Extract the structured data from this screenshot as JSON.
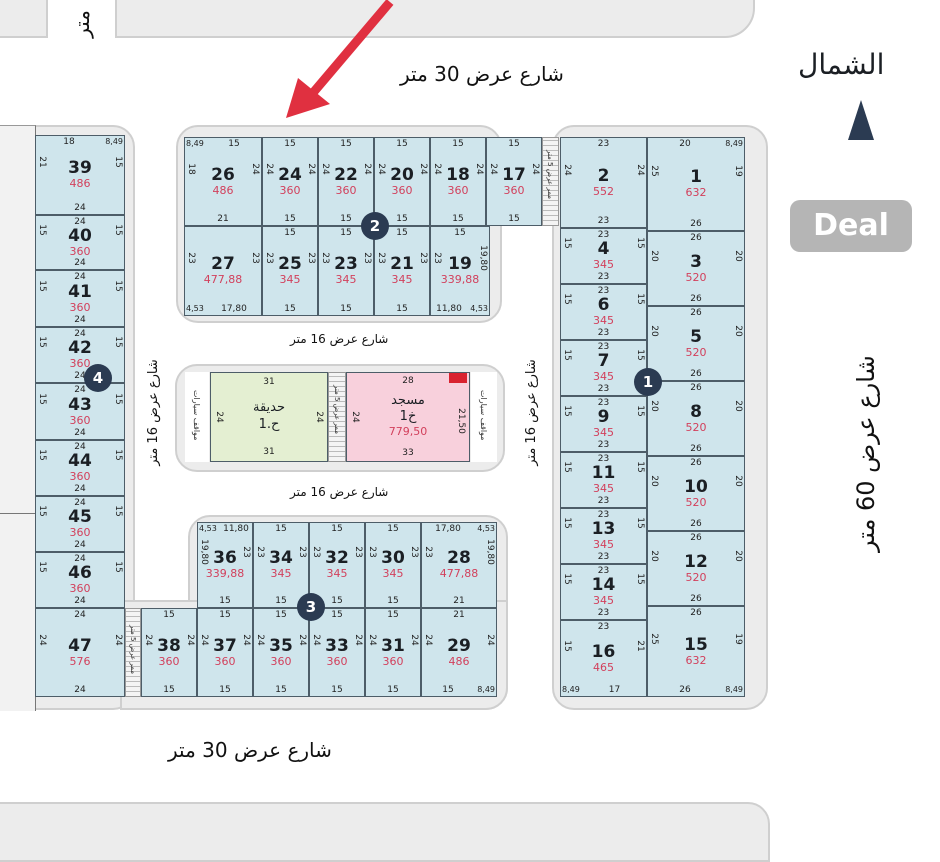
{
  "north_label": "الشمال",
  "streets": {
    "top": "شارع عرض 30 متر",
    "bottom": "شارع عرض 30 متر",
    "right": "شارع عرض 60 متر",
    "mid_top": "شارع عرض 16 متر",
    "mid_bottom": "شارع عرض 16 متر",
    "mid_left": "شارع عرض 16 متر",
    "mid_right": "شارع عرض 16 متر",
    "top_left_fragment": "متر"
  },
  "passage_label": "ممر عرض 5 متر",
  "parking_label": "مواقف سيارات",
  "park": {
    "name": "حديقة",
    "code": "ح.1",
    "dims": [
      "31",
      "24",
      "31",
      "24"
    ]
  },
  "mosque": {
    "name": "مسجد",
    "code": "خ1",
    "area": "779,50",
    "dims": [
      "28",
      "21,50",
      "33",
      "24"
    ]
  },
  "watermark": "Deal",
  "markers": [
    "1",
    "2",
    "3",
    "4"
  ],
  "colors": {
    "plot": "#cfe5ec",
    "area_text": "#d2405c",
    "marker": "#2b3b52",
    "park": "#e4efd2",
    "mosque": "#f8d0dc",
    "arrow": "#e03040"
  },
  "plots": {
    "26": {
      "area": "486",
      "dims": [
        "15",
        "24",
        "21",
        "18"
      ],
      "corner": "8,49"
    },
    "24": {
      "area": "360",
      "dims": [
        "15",
        "24",
        "15",
        "24"
      ]
    },
    "22": {
      "area": "360",
      "dims": [
        "15",
        "24",
        "15",
        "24"
      ]
    },
    "20": {
      "area": "360",
      "dims": [
        "15",
        "24",
        "15",
        "24"
      ]
    },
    "18": {
      "area": "360",
      "dims": [
        "15",
        "24",
        "15",
        "24"
      ]
    },
    "17": {
      "area": "360",
      "dims": [
        "15",
        "24",
        "15",
        "24"
      ]
    },
    "27": {
      "area": "477,88",
      "dims": [
        "",
        "23",
        "17,80",
        "23"
      ],
      "corner": "4,53"
    },
    "25": {
      "area": "345",
      "dims": [
        "15",
        "23",
        "15",
        "23"
      ]
    },
    "23": {
      "area": "345",
      "dims": [
        "15",
        "23",
        "15",
        "23"
      ]
    },
    "21": {
      "area": "345",
      "dims": [
        "15",
        "23",
        "15",
        "23"
      ]
    },
    "19": {
      "area": "339,88",
      "dims": [
        "15",
        "19,80",
        "11,80",
        "23"
      ],
      "corner": "4,53"
    },
    "2": {
      "area": "552",
      "dims": [
        "23",
        "24",
        "23",
        "24"
      ]
    },
    "1": {
      "area": "632",
      "dims": [
        "20",
        "19",
        "26",
        "25"
      ],
      "corner": "8,49"
    },
    "4": {
      "area": "345",
      "dims": [
        "23",
        "15",
        "23",
        "15"
      ]
    },
    "3": {
      "area": "520",
      "dims": [
        "26",
        "20",
        "26",
        "20"
      ]
    },
    "6": {
      "area": "345",
      "dims": [
        "23",
        "15",
        "23",
        "15"
      ]
    },
    "5": {
      "area": "520",
      "dims": [
        "26",
        "20",
        "26",
        "20"
      ]
    },
    "7": {
      "area": "345",
      "dims": [
        "23",
        "15",
        "23",
        "15"
      ]
    },
    "8": {
      "area": "520",
      "dims": [
        "26",
        "20",
        "26",
        "20"
      ]
    },
    "9": {
      "area": "345",
      "dims": [
        "23",
        "15",
        "23",
        "15"
      ]
    },
    "10": {
      "area": "520",
      "dims": [
        "26",
        "20",
        "26",
        "20"
      ]
    },
    "11": {
      "area": "345",
      "dims": [
        "23",
        "15",
        "23",
        "15"
      ]
    },
    "12": {
      "area": "520",
      "dims": [
        "26",
        "20",
        "26",
        "20"
      ]
    },
    "13": {
      "area": "345",
      "dims": [
        "23",
        "15",
        "23",
        "15"
      ]
    },
    "14": {
      "area": "345",
      "dims": [
        "23",
        "15",
        "23",
        "15"
      ]
    },
    "15": {
      "area": "632",
      "dims": [
        "26",
        "19",
        "26",
        "25"
      ],
      "corner": "8,49"
    },
    "16": {
      "area": "465",
      "dims": [
        "23",
        "21",
        "17",
        "15"
      ],
      "corner": "8,49"
    },
    "39": {
      "area": "486",
      "dims": [
        "18",
        "15",
        "24",
        "21"
      ],
      "corner": "8,49"
    },
    "40": {
      "area": "360",
      "dims": [
        "24",
        "15",
        "24",
        "15"
      ]
    },
    "41": {
      "area": "360",
      "dims": [
        "24",
        "15",
        "24",
        "15"
      ]
    },
    "42": {
      "area": "360",
      "dims": [
        "24",
        "15",
        "24",
        "15"
      ]
    },
    "43": {
      "area": "360",
      "dims": [
        "24",
        "15",
        "24",
        "15"
      ]
    },
    "44": {
      "area": "360",
      "dims": [
        "24",
        "15",
        "24",
        "15"
      ]
    },
    "45": {
      "area": "360",
      "dims": [
        "24",
        "15",
        "24",
        "15"
      ]
    },
    "46": {
      "area": "360",
      "dims": [
        "24",
        "15",
        "24",
        "15"
      ]
    },
    "47": {
      "area": "576",
      "dims": [
        "24",
        "24",
        "24",
        "24"
      ]
    },
    "36": {
      "area": "339,88",
      "dims": [
        "11,80",
        "23",
        "15",
        "19,80"
      ],
      "corner": "4,53"
    },
    "34": {
      "area": "345",
      "dims": [
        "15",
        "23",
        "15",
        "23"
      ]
    },
    "32": {
      "area": "345",
      "dims": [
        "15",
        "23",
        "15",
        "23"
      ]
    },
    "30": {
      "area": "345",
      "dims": [
        "15",
        "23",
        "15",
        "23"
      ]
    },
    "28": {
      "area": "477,88",
      "dims": [
        "17,80",
        "19,80",
        "21",
        "23"
      ],
      "corner": "4,53"
    },
    "38": {
      "area": "360",
      "dims": [
        "15",
        "24",
        "15",
        "24"
      ]
    },
    "37": {
      "area": "360",
      "dims": [
        "15",
        "24",
        "15",
        "24"
      ]
    },
    "35": {
      "area": "360",
      "dims": [
        "15",
        "24",
        "15",
        "24"
      ]
    },
    "33": {
      "area": "360",
      "dims": [
        "15",
        "24",
        "15",
        "24"
      ]
    },
    "31": {
      "area": "360",
      "dims": [
        "15",
        "24",
        "15",
        "24"
      ]
    },
    "29": {
      "area": "486",
      "dims": [
        "21",
        "24",
        "15",
        "24"
      ],
      "corner": "8,49"
    }
  }
}
